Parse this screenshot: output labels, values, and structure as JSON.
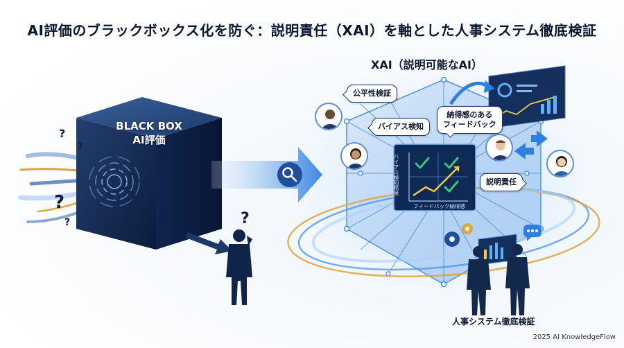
{
  "title": "AI評価のブラックボックス化を防ぐ：説明責任（XAI）を軸とした人事システム徹底検証",
  "black_box": {
    "line1": "BLACK BOX",
    "line2": "AI評価"
  },
  "xai_heading": "XAI（説明可能なAI）",
  "bubbles": {
    "fairness": "公平性検証",
    "bias": "バイアス検知",
    "feedback": "納得感のある\nフィードバック",
    "accountability": "説明責任"
  },
  "panel": {
    "y_axis_label": "バイアス検知精度",
    "x_axis_label": "フィードバック納得感"
  },
  "bottom_label": "人事システム徹底検証",
  "footer": "2025 AI KnowledgeFlow",
  "question_marks": [
    "?",
    "?",
    "?",
    "?",
    "?"
  ],
  "colors": {
    "navy": "#0b1f45",
    "accent_blue": "#2f7fe0",
    "gold": "#d9a640",
    "check_green": "#3cc87a",
    "trend_yellow": "#f2c94c"
  }
}
